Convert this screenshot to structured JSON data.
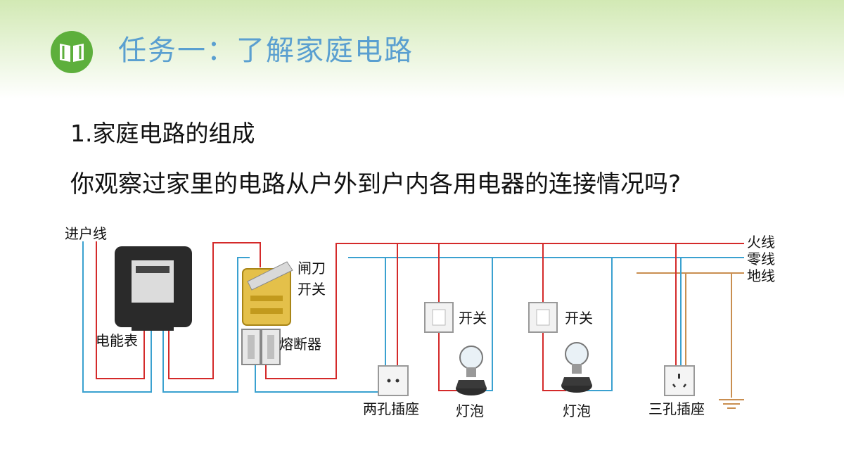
{
  "header": {
    "title": "任务一：了解家庭电路",
    "logo_icon": "open-book-icon"
  },
  "content": {
    "heading": "1.家庭电路的组成",
    "question": "你观察过家里的电路从户外到户内各用电器的连接情况吗?"
  },
  "diagram": {
    "labels": {
      "incoming": "进户线",
      "meter": "电能表",
      "knife_switch_line1": "闸刀",
      "knife_switch_line2": "开关",
      "fuse": "熔断器",
      "switch1": "开关",
      "switch2": "开关",
      "socket2": "两孔插座",
      "bulb1": "灯泡",
      "bulb2": "灯泡",
      "socket3": "三孔插座",
      "live": "火线",
      "neutral": "零线",
      "earth": "地线"
    },
    "colors": {
      "live": "#d42a2a",
      "neutral": "#3aa1d0",
      "earth": "#c98e50",
      "header": "#5daf3c"
    }
  }
}
